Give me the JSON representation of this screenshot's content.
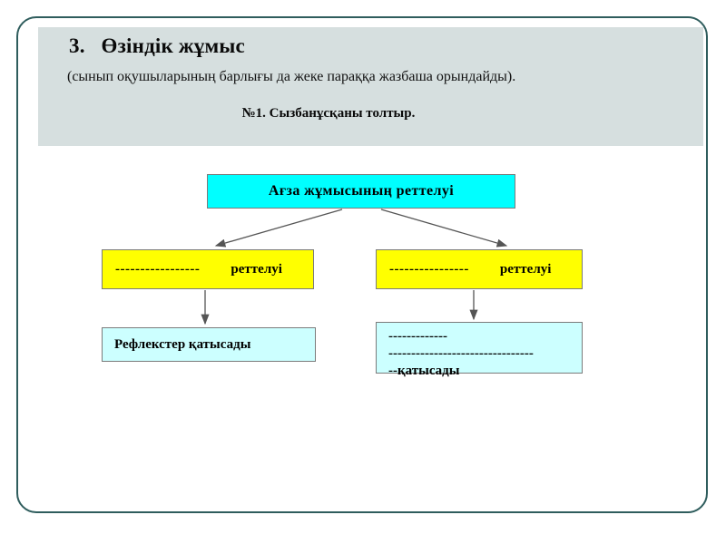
{
  "slide": {
    "header": {
      "title": "3.   Өзіндік жұмыс",
      "subtitle": "(сынып оқушыларының барлығы да жеке параққа жазбаша орындайды).",
      "instruction": "№1. Сызбанұсқаны толтыр."
    },
    "colors": {
      "frame_border": "#2f5d5d",
      "header_band": "#d6dfdf",
      "root_node": "#00ffff",
      "mid_node": "#ffff00",
      "leaf_node": "#ccffff",
      "node_border": "#7b7b7b",
      "arrow": "#555555"
    },
    "diagram": {
      "root": {
        "label": "Ағза  жұмысының  реттелуі"
      },
      "left_branch": {
        "mid": {
          "blank": "-----------------",
          "label": "реттелуі"
        },
        "leaf": {
          "label": "Рефлекстер қатысады"
        }
      },
      "right_branch": {
        "mid": {
          "blank": "----------------",
          "label": "реттелуі"
        },
        "leaf": {
          "line1": "-------------",
          "line2": "--------------------------------",
          "line3": "--қатысады"
        }
      }
    }
  }
}
